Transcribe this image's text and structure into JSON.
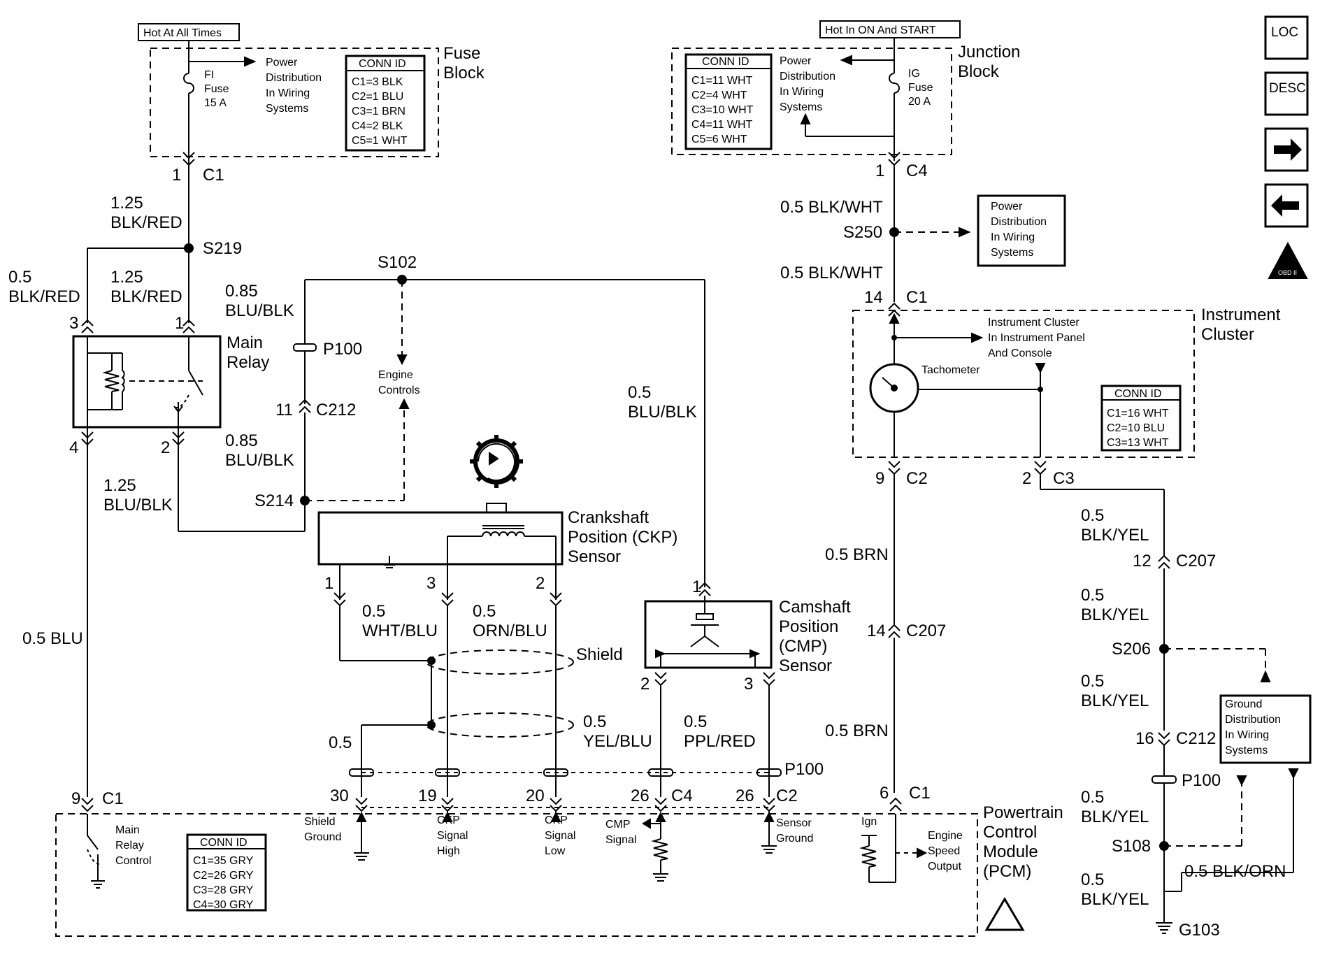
{
  "tags": {
    "hot_all": "Hot At All Times",
    "hot_on": "Hot In ON And START"
  },
  "fuse_block": {
    "title1": "Fuse",
    "title2": "Block",
    "fuse1": "FI",
    "fuse2": "Fuse",
    "fuse3": "15 A",
    "pd1": "Power",
    "pd2": "Distribution",
    "pd3": "In Wiring",
    "pd4": "Systems",
    "conn_header": "CONN ID",
    "conn": [
      "C1=3 BLK",
      "C2=1 BLU",
      "C3=1 BRN",
      "C4=2 BLK",
      "C5=1 WHT"
    ]
  },
  "junction_block": {
    "title1": "Junction",
    "title2": "Block",
    "fuse1": "IG",
    "fuse2": "Fuse",
    "fuse3": "20 A",
    "pd1": "Power",
    "pd2": "Distribution",
    "pd3": "In Wiring",
    "pd4": "Systems",
    "conn_header": "CONN ID",
    "conn": [
      "C1=11 WHT",
      "C2=4 WHT",
      "C3=10 WHT",
      "C4=11 WHT",
      "C5=6 WHT"
    ]
  },
  "instrument_cluster": {
    "title1": "Instrument",
    "title2": "Cluster",
    "note1": "Instrument Cluster",
    "note2": "In Instrument Panel",
    "note3": "And Console",
    "tach": "Tachometer",
    "conn_header": "CONN ID",
    "conn": [
      "C1=16 WHT",
      "C2=10 BLU",
      "C3=13 WHT"
    ]
  },
  "pcm": {
    "title1": "Powertrain",
    "title2": "Control",
    "title3": "Module",
    "title4": "(PCM)",
    "conn_header": "CONN ID",
    "conn": [
      "C1=35 GRY",
      "C2=26 GRY",
      "C3=28 GRY",
      "C4=30 GRY"
    ],
    "mr1": "Main",
    "mr2": "Relay",
    "mr3": "Control",
    "sg1": "Shield",
    "sg2": "Ground",
    "ch1": "CKP",
    "ch2": "Signal",
    "ch3": "High",
    "cl1": "CKP",
    "cl2": "Signal",
    "cl3": "Low",
    "cmp1": "CMP",
    "cmp2": "Signal",
    "sng1": "Sensor",
    "sng2": "Ground",
    "ign": "Ign",
    "eso1": "Engine",
    "eso2": "Speed",
    "eso3": "Output"
  },
  "main_relay": {
    "l1": "Main",
    "l2": "Relay"
  },
  "ckp": {
    "l1": "Crankshaft",
    "l2": "Position (CKP)",
    "l3": "Sensor"
  },
  "cmp": {
    "l1": "Camshaft",
    "l2": "Position",
    "l3": "(CMP)",
    "l4": "Sensor"
  },
  "engine_controls": {
    "l1": "Engine",
    "l2": "Controls"
  },
  "pd_right": {
    "l1": "Power",
    "l2": "Distribution",
    "l3": "In Wiring",
    "l4": "Systems"
  },
  "ground_dist": {
    "l1": "Ground",
    "l2": "Distribution",
    "l3": "In Wiring",
    "l4": "Systems"
  },
  "shield": "Shield",
  "wires": {
    "w125_blkred_a": "1.25",
    "w125_blkred_b": "BLK/RED",
    "w05_blkred_a": "0.5",
    "w05_blkred_b": "BLK/RED",
    "w125_blkred2_a": "1.25",
    "w125_blkred2_b": "BLK/RED",
    "w085_blublk_a": "0.85",
    "w085_blublk_b": "BLU/BLK",
    "w085_blublk2_a": "0.85",
    "w085_blublk2_b": "BLU/BLK",
    "w125_blublk_a": "1.25",
    "w125_blublk_b": "BLU/BLK",
    "w05_blublk_a": "0.5",
    "w05_blublk_b": "BLU/BLK",
    "w05_blu": "0.5 BLU",
    "w05_whtblu_a": "0.5",
    "w05_whtblu_b": "WHT/BLU",
    "w05_ornblu_a": "0.5",
    "w05_ornblu_b": "ORN/BLU",
    "w05_yelblu_a": "0.5",
    "w05_yelblu_b": "YEL/BLU",
    "w05_pplred_a": "0.5",
    "w05_pplred_b": "PPL/RED",
    "w05_shield": "0.5",
    "w05_blkwht1": "0.5 BLK/WHT",
    "w05_blkwht2": "0.5 BLK/WHT",
    "w05_brn1": "0.5 BRN",
    "w05_brn2": "0.5 BRN",
    "w05_blkyel1_a": "0.5",
    "w05_blkyel1_b": "BLK/YEL",
    "w05_blkyel2_a": "0.5",
    "w05_blkyel2_b": "BLK/YEL",
    "w05_blkyel3_a": "0.5",
    "w05_blkyel3_b": "BLK/YEL",
    "w05_blkyel4_a": "0.5",
    "w05_blkyel4_b": "BLK/YEL",
    "w05_blkyel5_a": "0.5",
    "w05_blkyel5_b": "BLK/YEL",
    "w05_blkorn": "0.5 BLK/ORN"
  },
  "splices": {
    "s219": "S219",
    "s102": "S102",
    "s214": "S214",
    "s250": "S250",
    "s206": "S206",
    "s108": "S108",
    "g103": "G103"
  },
  "connectors": {
    "c1_fuse_pin": "1",
    "c1_fuse": "C1",
    "c4_jb_pin": "1",
    "c4_jb": "C4",
    "relay_p3": "3",
    "relay_p1": "1",
    "relay_p4": "4",
    "relay_p2": "2",
    "p100_a": "P100",
    "c212_pin": "11",
    "c212": "C212",
    "ckp_p1": "1",
    "ckp_p3": "3",
    "ckp_p2": "2",
    "cmp_p1": "1",
    "cmp_p2": "2",
    "cmp_p3": "3",
    "ic_c1_pin": "14",
    "ic_c1": "C1",
    "ic_c2_pin": "9",
    "ic_c2": "C2",
    "ic_c3_pin": "2",
    "ic_c3": "C3",
    "c207_pin": "14",
    "c207": "C207",
    "c207b_pin": "12",
    "c207b": "C207",
    "c212b_pin": "16",
    "c212b": "C212",
    "p100_b": "P100",
    "p100_c": "P100",
    "pcm_c1_pin": "9",
    "pcm_c1": "C1",
    "pcm_30": "30",
    "pcm_19": "19",
    "pcm_20": "20",
    "pcm_c4_pin": "26",
    "pcm_c4": "C4",
    "pcm_c2_pin": "26",
    "pcm_c2": "C2",
    "pcm_c1b_pin": "6",
    "pcm_c1b": "C1"
  },
  "nav": {
    "loc": "LOC",
    "desc": "DESC",
    "obd": "OBD II"
  }
}
